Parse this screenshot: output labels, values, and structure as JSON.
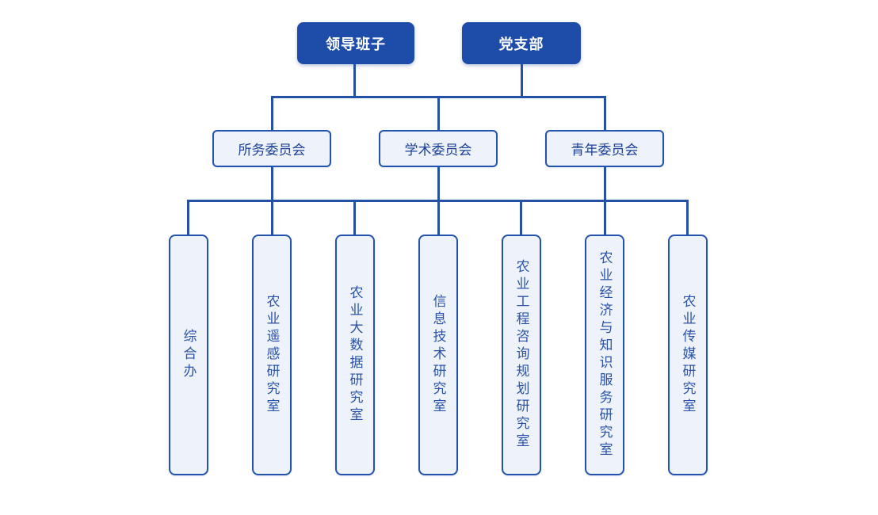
{
  "colors": {
    "background": "#ffffff",
    "primary_blue": "#1e4ca9",
    "line_blue": "#2451a3",
    "light_box_fill": "#edf2fb",
    "light_box_border": "#2453ad",
    "committee_text_blue": "#1d4098",
    "department_text_blue": "#2b53a9",
    "dark_box_text": "#ffffff"
  },
  "org_chart": {
    "level1": [
      {
        "label": "领导班子"
      },
      {
        "label": "党支部"
      }
    ],
    "level2": [
      {
        "label": "所务委员会"
      },
      {
        "label": "学术委员会"
      },
      {
        "label": "青年委员会"
      }
    ],
    "level3": [
      {
        "label": "综合办"
      },
      {
        "label": "农业遥感研究室"
      },
      {
        "label": "农业大数据研究室"
      },
      {
        "label": "信息技术研究室"
      },
      {
        "label": "农业工程咨询规划研究室"
      },
      {
        "label": "农业经济与知识服务研究室"
      },
      {
        "label": "农业传媒研究室"
      }
    ]
  }
}
